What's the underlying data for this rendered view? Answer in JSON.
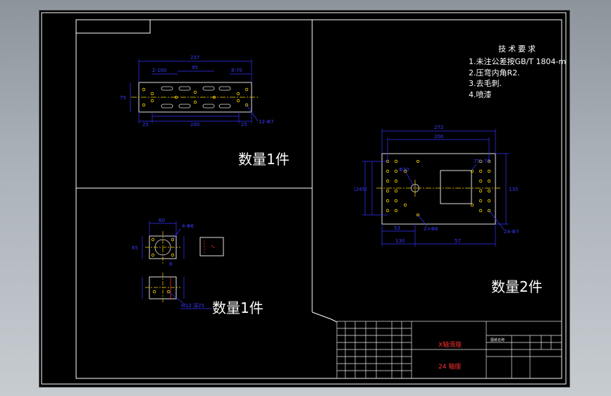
{
  "colors": {
    "frame": "#ffffff",
    "dimension": "#3333ff",
    "part_outline": "#e0e0e0",
    "center_line": "#ffd400",
    "hole": "#ffd400",
    "section_line": "#ff2a2a",
    "title_red": "#ff3030",
    "background": "#000000"
  },
  "tech_requirements": {
    "title": "技术要求",
    "items": [
      "1.未注公差按GB/T 1804-m",
      "2.压弯内角R2.",
      "3.去毛刺.",
      "4.喷漆"
    ]
  },
  "quantity_labels": {
    "top_left": "数量1件",
    "bottom_left": "数量1件",
    "right": "数量2件"
  },
  "dims_top_left": {
    "overall": "237",
    "top_left": "2-100",
    "top_mid": "95",
    "top_right": "8-70",
    "side": "75",
    "bottom_left": "25",
    "bottom_mid": "200",
    "bottom_right": "25",
    "hole_note": "12-Φ7"
  },
  "dims_right": {
    "overall": "272",
    "inner": "200",
    "height_left": "(245)",
    "height_right": "135",
    "square": "75×75",
    "hole_big": "Φ20",
    "bottom_a": "53",
    "bottom_b": "130",
    "bottom_c": "57",
    "hole_small": "2×Φ8",
    "hole_note": "24-Φ7"
  },
  "dims_small": {
    "width": "60",
    "height": "65",
    "hole": "4-Φ6",
    "thickness": "8",
    "note": "M12 深25"
  },
  "title_block": {
    "drawing_name": "X轴滑座",
    "drawing_no": "24 轴座",
    "company": "图纸名称"
  }
}
